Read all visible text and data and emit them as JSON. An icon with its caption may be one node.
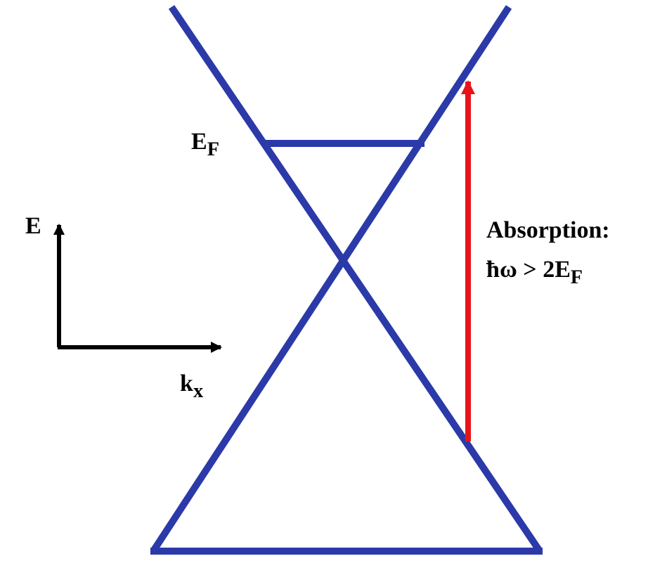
{
  "diagram": {
    "labels": [
      "E$_{F}$",
      "E",
      "k$_{x}$",
      "Absorption: ħω > 2E$_{F}$"
    ]
  }
}
